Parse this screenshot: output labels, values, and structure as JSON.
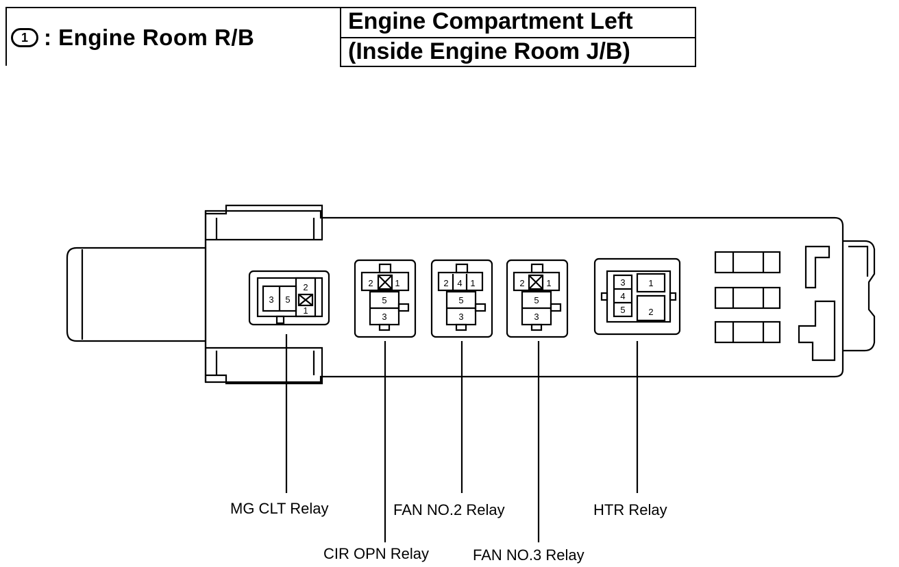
{
  "header": {
    "circle_number": "1",
    "title_left": ": Engine Room R/B",
    "title_right_line1": "Engine Compartment Left",
    "title_right_line2": "(Inside Engine Room J/B)"
  },
  "relays": [
    {
      "name": "MG CLT Relay",
      "pins": [
        "3",
        "5",
        "2",
        "1"
      ]
    },
    {
      "name": "CIR OPN Relay",
      "pins": [
        "2",
        "1",
        "5",
        "3"
      ]
    },
    {
      "name": "FAN NO.2 Relay",
      "pins": [
        "2",
        "4",
        "1",
        "5",
        "3"
      ]
    },
    {
      "name": "FAN NO.3 Relay",
      "pins": [
        "2",
        "1",
        "5",
        "3"
      ]
    },
    {
      "name": "HTR Relay",
      "pins": [
        "3",
        "4",
        "5",
        "1",
        "2"
      ]
    }
  ]
}
